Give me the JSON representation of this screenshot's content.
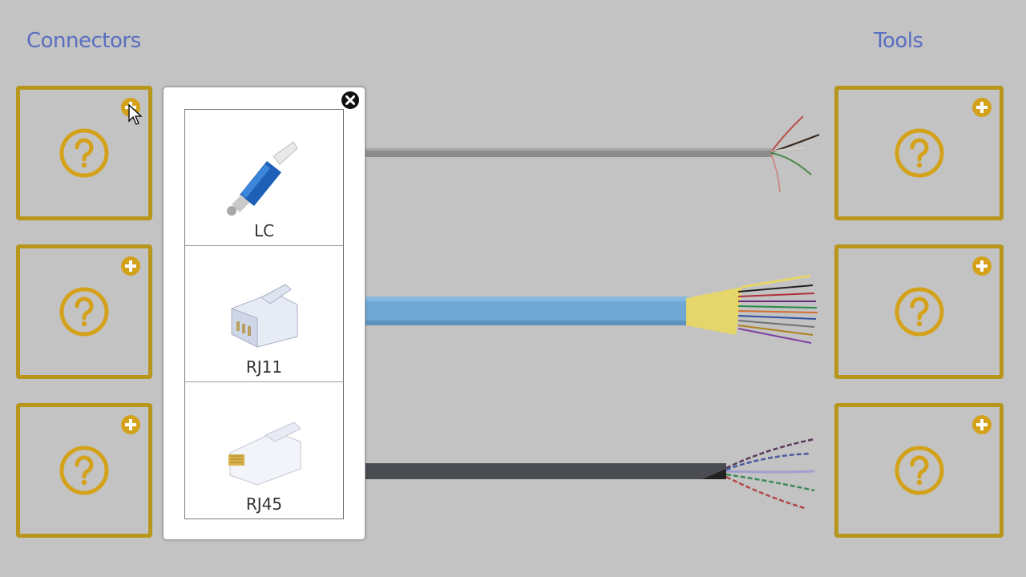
{
  "headings": {
    "connectors": "Connectors",
    "tools": "Tools"
  },
  "connector_slots": [
    {
      "icon": "question-mark-icon",
      "action_icon": "plus-circle-icon"
    },
    {
      "icon": "question-mark-icon",
      "action_icon": "plus-circle-icon"
    },
    {
      "icon": "question-mark-icon",
      "action_icon": "plus-circle-icon"
    }
  ],
  "tool_slots": [
    {
      "icon": "question-mark-icon",
      "action_icon": "plus-circle-icon"
    },
    {
      "icon": "question-mark-icon",
      "action_icon": "plus-circle-icon"
    },
    {
      "icon": "question-mark-icon",
      "action_icon": "plus-circle-icon"
    }
  ],
  "cables": [
    {
      "name": "multi-wire-cable",
      "jacket_color": "#8c8c8a"
    },
    {
      "name": "fiber-cable",
      "jacket_color": "#6fa8d4"
    },
    {
      "name": "twisted-pair-cable",
      "jacket_color": "#4a4c52"
    }
  ],
  "popup": {
    "close_icon": "close-circle-icon",
    "options": [
      {
        "label": "LC"
      },
      {
        "label": "RJ11"
      },
      {
        "label": "RJ45"
      }
    ]
  },
  "colors": {
    "background": "#c3c3c3",
    "accent_gold": "#b8961b",
    "heading_blue": "#5a6ec0"
  }
}
